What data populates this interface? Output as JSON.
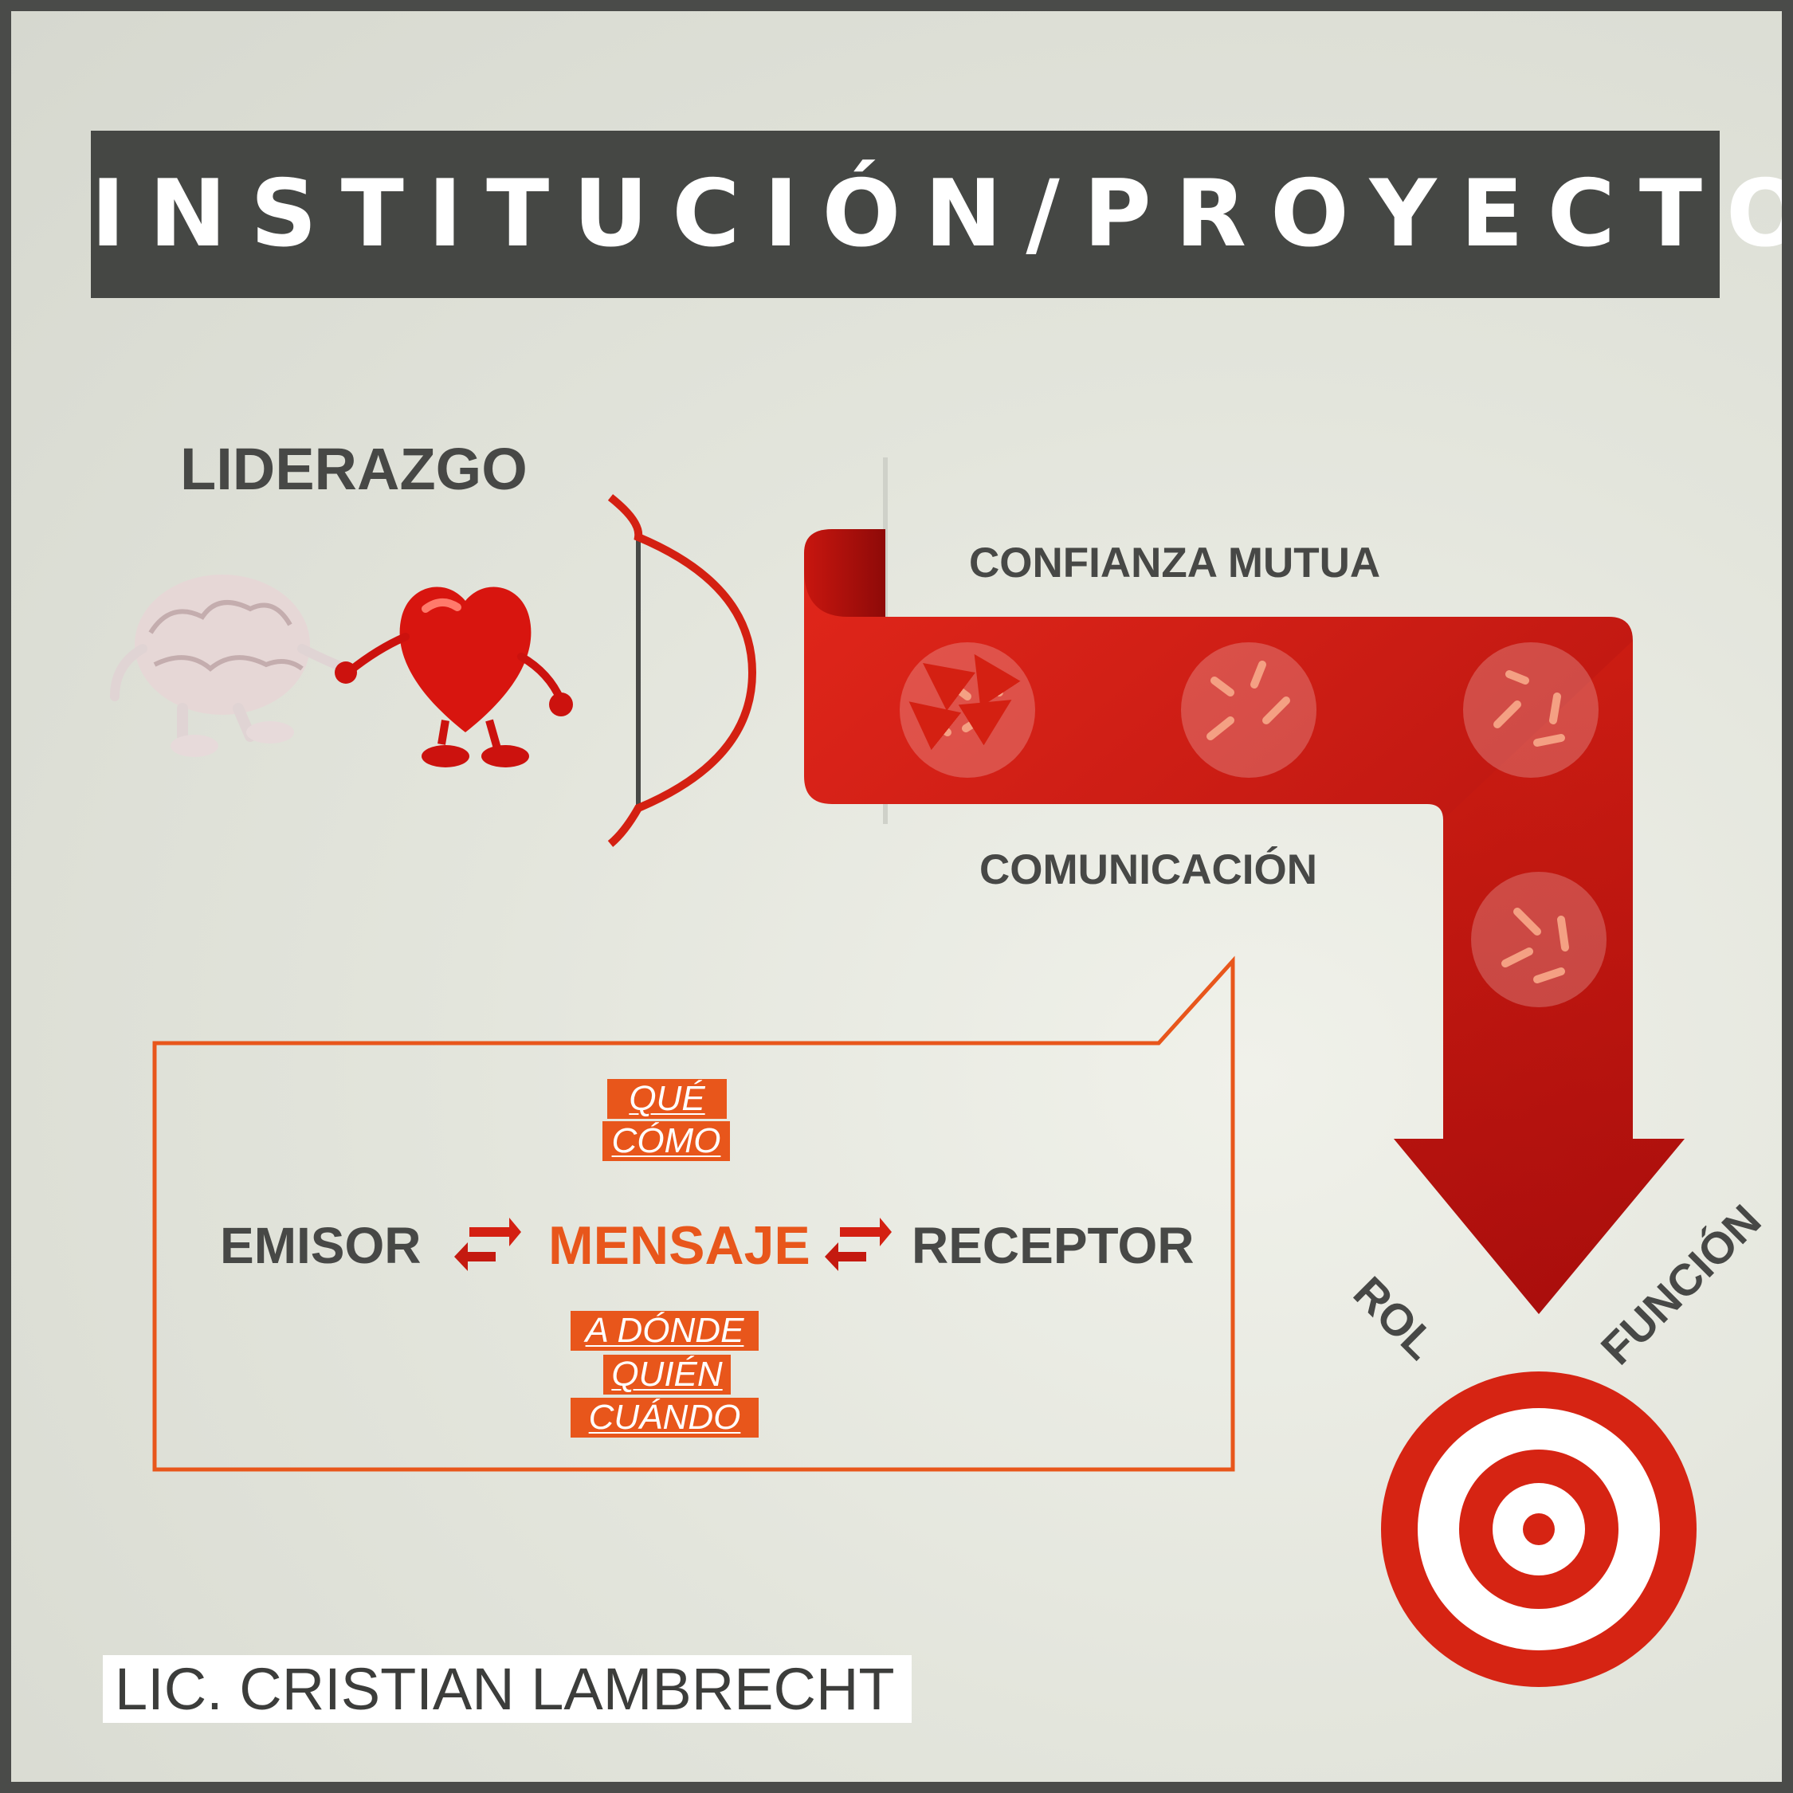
{
  "title": "INSTITUCIÓN/PROYECTO",
  "leadership": {
    "label": "LIDERAZGO",
    "image": "brain-and-heart-holding-hands"
  },
  "path": {
    "top_label": "CONFIANZA MUTUA",
    "bottom_label": "COMUNICACIÓN",
    "end_labels": [
      "ROL",
      "FUNCIÓN"
    ],
    "colors": {
      "arrow": "#d42012",
      "arrow_dark": "#b10f0c",
      "target_red": "#d62413"
    }
  },
  "message_box": {
    "emitter": "EMISOR",
    "message": "MENSAJE",
    "receiver": "RECEPTOR",
    "top_questions": [
      "QUÉ",
      "CÓMO"
    ],
    "bottom_questions": [
      "A DÓNDE",
      "QUIÉN",
      "CUÁNDO"
    ],
    "accent": "#e8561b"
  },
  "author": "LIC. CRISTIAN LAMBRECHT"
}
